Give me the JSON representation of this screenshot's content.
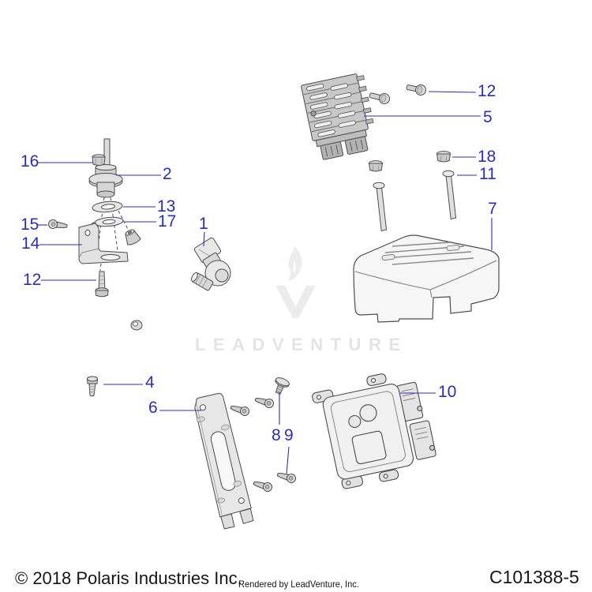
{
  "diagram": {
    "watermark": {
      "text": "LEADVENTURE"
    },
    "footer": {
      "copyright": "© 2018 Polaris Industries Inc.",
      "credit": "Rendered by LeadVenture, Inc.",
      "drawing_number": "C101388-5"
    },
    "callouts": {
      "1": "1",
      "2": "2",
      "4": "4",
      "5": "5",
      "6": "6",
      "7": "7",
      "8": "8",
      "9": "9",
      "10": "10",
      "11": "11",
      "12_upper": "12",
      "12_lower": "12",
      "13": "13",
      "14": "14",
      "15": "15",
      "16": "16",
      "17": "17",
      "18": "18"
    },
    "colors": {
      "callout_blue": "#2b2bc4",
      "outline_gray": "#4d4d4d",
      "watermark_gray": "#e4e4e4"
    }
  }
}
